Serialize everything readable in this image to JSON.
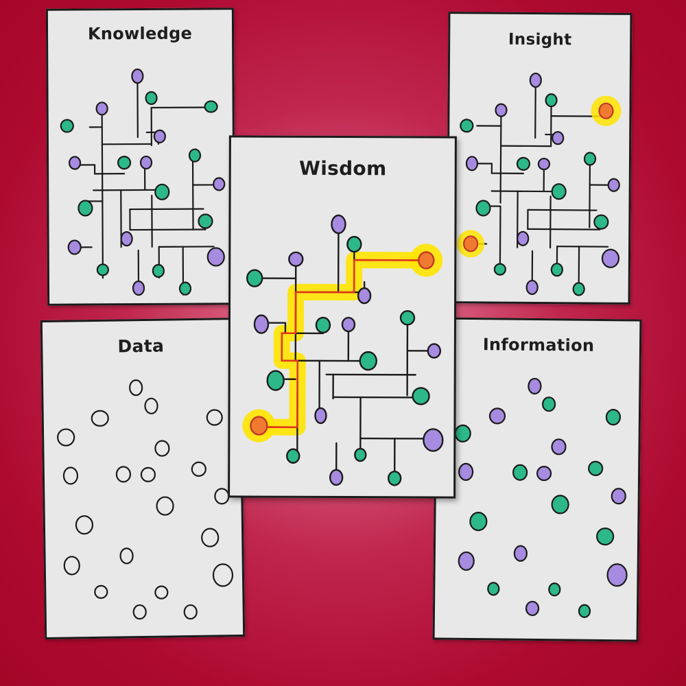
{
  "cards": {
    "knowledge": {
      "title": "Knowledge"
    },
    "insight": {
      "title": "Insight"
    },
    "data": {
      "title": "Data"
    },
    "information": {
      "title": "Information"
    },
    "wisdom": {
      "title": "Wisdom"
    }
  },
  "colors": {
    "background": "#b3103a",
    "card": "#e8e8e8",
    "teal_node": "#2db88a",
    "purple_node": "#a78be0",
    "highlight": "#ffe400",
    "path": "#e2361c",
    "endpoint": "#f07a30"
  }
}
